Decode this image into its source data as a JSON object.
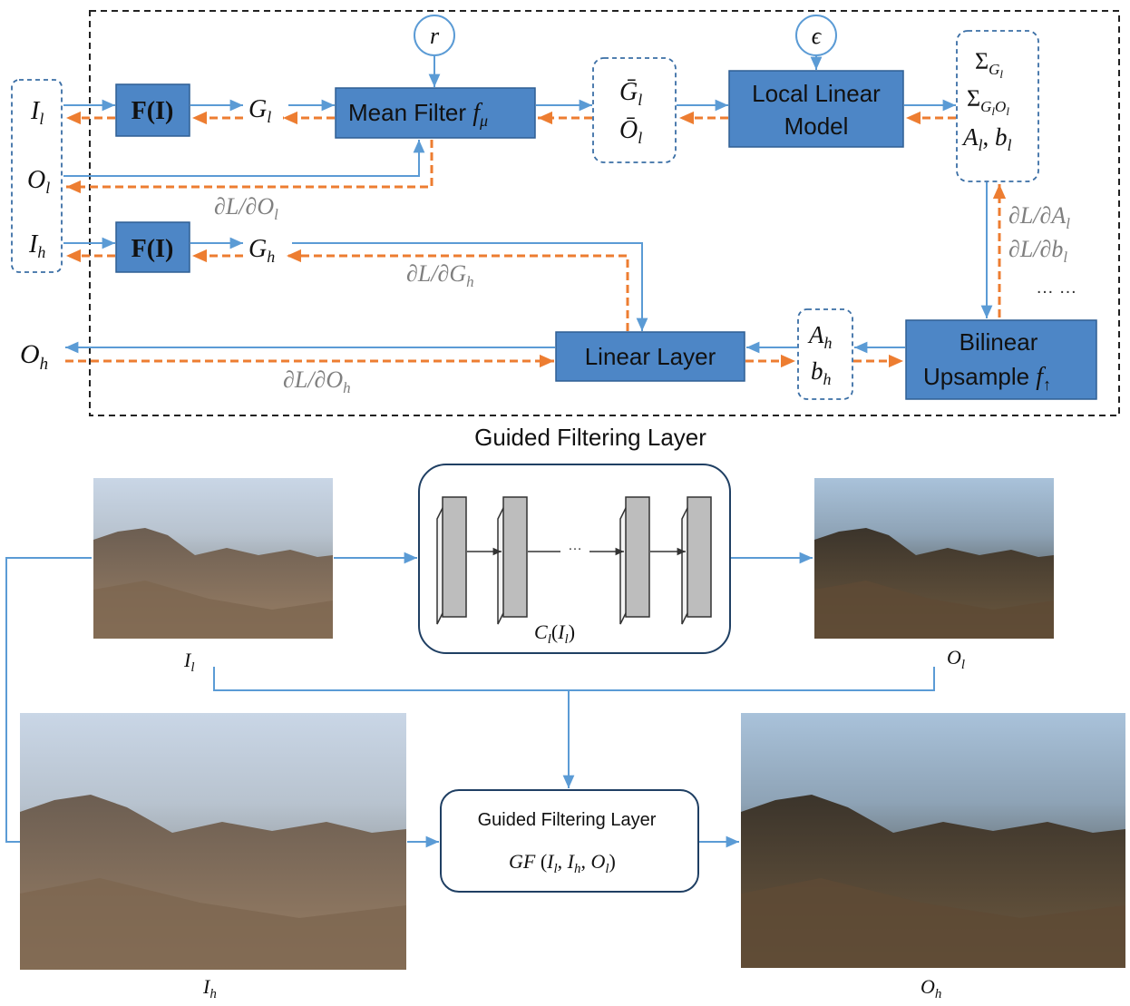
{
  "colors": {
    "block_fill": "#4d86c6",
    "block_stroke": "#2f5f94",
    "forward_arrow": "#5b9bd5",
    "backward_arrow": "#ed7d31",
    "gradient_text": "#7f7f7f",
    "dashed_box": "#3a6ea5"
  },
  "top": {
    "title": "Guided Filtering Layer",
    "inputs_low": {
      "I": "I",
      "I_sub": "l",
      "O": "O",
      "O_sub": "l"
    },
    "input_high": {
      "I": "I",
      "I_sub": "h"
    },
    "F_low": "F(I)",
    "F_high": "F(I)",
    "G_low": {
      "base": "G",
      "sub": "l"
    },
    "G_high": {
      "base": "G",
      "sub": "h"
    },
    "radius": "r",
    "epsilon": "ϵ",
    "mean_filter": {
      "label": "Mean Filter ",
      "f": "f",
      "sub": "μ"
    },
    "means": {
      "G": "Ḡ",
      "G_sub": "l",
      "O": "Ō",
      "O_sub": "l"
    },
    "local_linear": {
      "line1": "Local Linear",
      "line2": "Model"
    },
    "stats": {
      "sigma1": "Σ",
      "sigma1_sub": "G",
      "sigma1_subsub": "l",
      "sigma2": "Σ",
      "sigma2_sub": "G",
      "sigma2_subsub": "l",
      "sigma2_sub2": "O",
      "sigma2_sub2sub": "l",
      "A": "A",
      "A_sub": "l",
      "comma": ", ",
      "b": "b",
      "b_sub": "l"
    },
    "grad_Ol": {
      "text": "∂L/∂O",
      "sub": "l"
    },
    "grad_Gh": {
      "text": "∂L/∂G",
      "sub": "h"
    },
    "grad_Oh": {
      "text": "∂L/∂O",
      "sub": "h"
    },
    "grad_Al": {
      "text": "∂L/∂A",
      "sub": "l"
    },
    "grad_bl": {
      "text": "∂L/∂b",
      "sub": "l"
    },
    "ellipsis": "… …",
    "bilinear": {
      "line1": "Bilinear",
      "line2": "Upsample ",
      "f": "f",
      "sub": "↑"
    },
    "linear_layer": "Linear Layer",
    "AhBh": {
      "A": "A",
      "A_sub": "h",
      "b": "b",
      "b_sub": "h"
    },
    "output_high": {
      "O": "O",
      "O_sub": "h"
    }
  },
  "bottom": {
    "low_input_caption": {
      "base": "I",
      "sub": "l"
    },
    "low_output_caption": {
      "base": "O",
      "sub": "l"
    },
    "high_input_caption": {
      "base": "I",
      "sub": "h"
    },
    "high_output_caption": {
      "base": "O",
      "sub": "h"
    },
    "cnn_label": {
      "C": "C",
      "C_sub": "l",
      "arg": "I",
      "arg_sub": "l"
    },
    "cnn_dots": "…",
    "gf_box": {
      "title": "Guided Filtering Layer",
      "formula": {
        "GF": "GF",
        "I1": "I",
        "I1_sub": "l",
        "I2": "I",
        "I2_sub": "h",
        "O": "O",
        "O_sub": "l"
      }
    }
  }
}
